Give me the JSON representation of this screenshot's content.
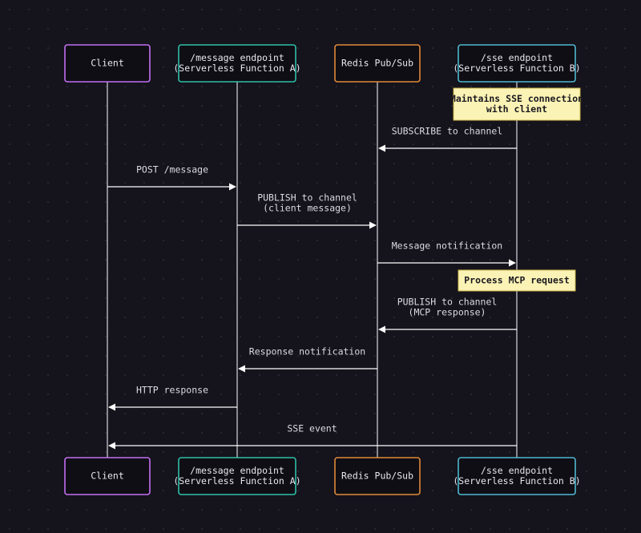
{
  "participants": [
    {
      "id": "client",
      "lines": [
        "Client"
      ],
      "color": "#c26ff2"
    },
    {
      "id": "msg",
      "lines": [
        "/message endpoint",
        "(Serverless Function A)"
      ],
      "color": "#2fbfa8"
    },
    {
      "id": "redis",
      "lines": [
        "Redis Pub/Sub"
      ],
      "color": "#e08a3a"
    },
    {
      "id": "sse",
      "lines": [
        "/sse endpoint",
        "(Serverless Function B)"
      ],
      "color": "#4fb8cf"
    }
  ],
  "notes": [
    {
      "over": "sse",
      "lines": [
        "Maintains SSE connection",
        "with client"
      ]
    },
    {
      "over": "sse",
      "lines": [
        "Process MCP request"
      ]
    }
  ],
  "messages": [
    {
      "from": "sse",
      "to": "redis",
      "lines": [
        "SUBSCRIBE to channel"
      ]
    },
    {
      "from": "client",
      "to": "msg",
      "lines": [
        "POST /message"
      ]
    },
    {
      "from": "msg",
      "to": "redis",
      "lines": [
        "PUBLISH to channel",
        "(client message)"
      ]
    },
    {
      "from": "redis",
      "to": "sse",
      "lines": [
        "Message notification"
      ]
    },
    {
      "from": "sse",
      "to": "redis",
      "lines": [
        "PUBLISH to channel",
        "(MCP response)"
      ]
    },
    {
      "from": "redis",
      "to": "msg",
      "lines": [
        "Response notification"
      ]
    },
    {
      "from": "msg",
      "to": "client",
      "lines": [
        "HTTP response"
      ]
    },
    {
      "from": "sse",
      "to": "client",
      "lines": [
        "SSE event"
      ]
    }
  ],
  "colors": {
    "box_fill": "#0f0e14",
    "lifeline": "#d8d6de",
    "arrow": "#ffffff",
    "note_fill": "#fbf3b5",
    "note_border": "#c9b54a"
  }
}
